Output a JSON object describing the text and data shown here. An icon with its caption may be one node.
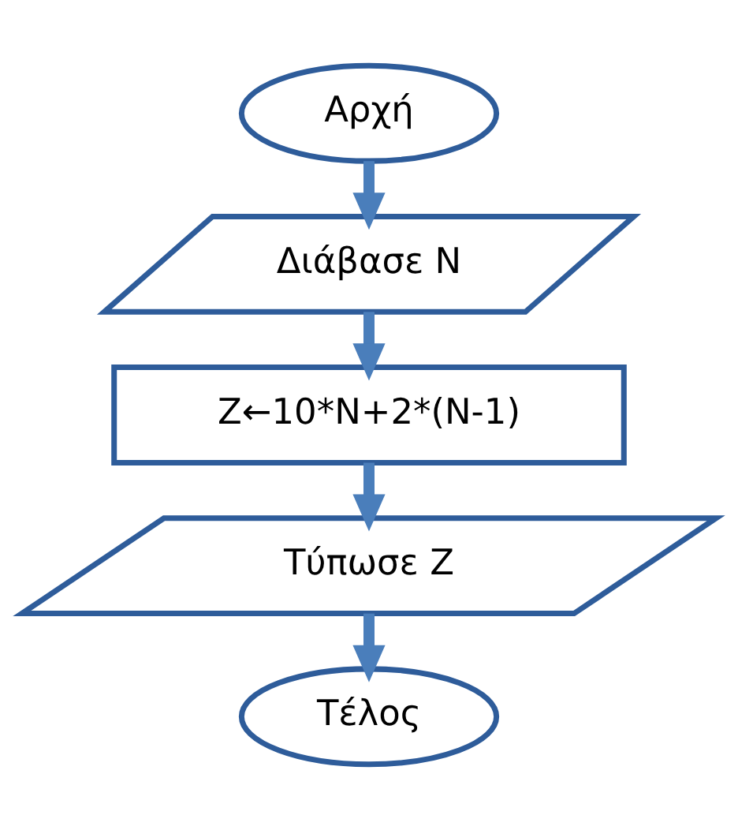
{
  "diagram": {
    "nodes": [
      {
        "text": [
          "Αρχή"
        ]
      },
      {
        "text": [
          "Διάβασε Ν"
        ]
      },
      {
        "text": [
          "Z←10*N+2*(N-1)"
        ]
      },
      {
        "text": [
          "Τύπωσε Z"
        ]
      },
      {
        "text": [
          "Τέλος"
        ]
      }
    ],
    "edges": [
      {
        "from": 0,
        "to": 1,
        "arrow": "to"
      },
      {
        "from": 1,
        "to": 2,
        "arrow": "to"
      },
      {
        "from": 2,
        "to": 3,
        "arrow": "to"
      },
      {
        "from": 3,
        "to": 4,
        "arrow": "to"
      }
    ]
  }
}
